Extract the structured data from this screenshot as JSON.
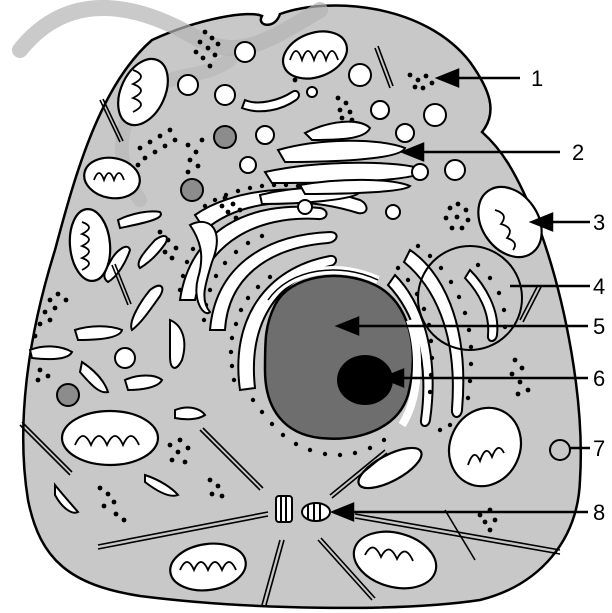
{
  "diagram": {
    "colors": {
      "cytoplasm": "#c8c8c8",
      "nucleus": "#6e6e6e",
      "nucleolus": "#000000",
      "outline": "#000000",
      "membrane_fill": "#ffffff",
      "inclusion": "#8c8c8c",
      "watermark": "#b4b4b4"
    },
    "labels": [
      {
        "id": "1",
        "text": "1"
      },
      {
        "id": "2",
        "text": "2"
      },
      {
        "id": "3",
        "text": "3"
      },
      {
        "id": "4",
        "text": "4"
      },
      {
        "id": "5",
        "text": "5"
      },
      {
        "id": "6",
        "text": "6"
      },
      {
        "id": "7",
        "text": "7"
      },
      {
        "id": "8",
        "text": "8"
      }
    ]
  }
}
